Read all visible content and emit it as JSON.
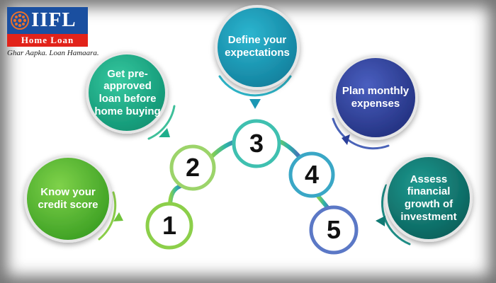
{
  "logo": {
    "brand": "IIFL",
    "product": "Home Loan",
    "tagline": "Ghar Aapka. Loan Hamaara."
  },
  "steps": [
    {
      "number": "1",
      "label": "Know your credit score"
    },
    {
      "number": "2",
      "label": "Get pre-approved loan before home buying"
    },
    {
      "number": "3",
      "label": "Define your expectations"
    },
    {
      "number": "4",
      "label": "Plan monthly expenses"
    },
    {
      "number": "5",
      "label": "Assess financial growth of investment"
    }
  ],
  "colors": {
    "step1": "#55b830",
    "step2": "#1fae8c",
    "step3": "#1b97b4",
    "step4": "#2b3f9a",
    "step5": "#117a74",
    "number_ring": "#8ccf4a",
    "logo_blue": "#1a4fa0",
    "logo_red": "#e2231a"
  }
}
